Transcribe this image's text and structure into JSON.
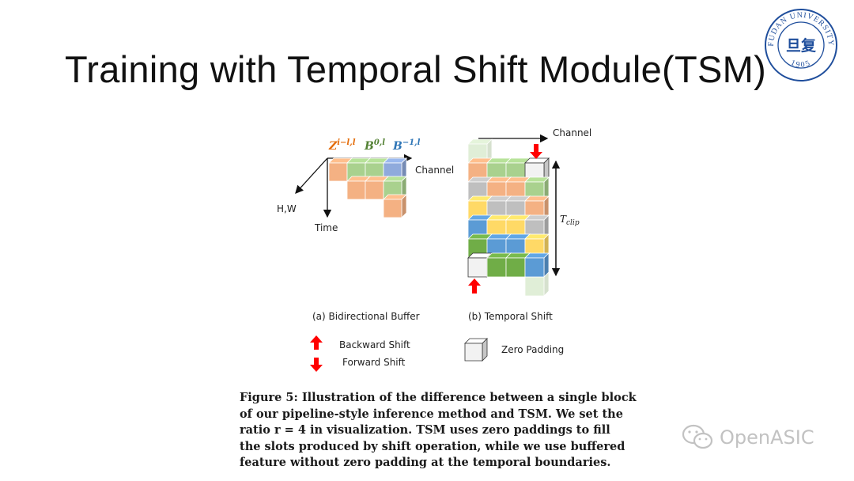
{
  "slide": {
    "title": "Training with Temporal Shift Module(TSM)"
  },
  "logo": {
    "text": "FUDAN UNIVERSITY",
    "year": "1905",
    "center_glyph": "旦复"
  },
  "figure": {
    "panel_a": {
      "label_z": "Z",
      "label_z_sup": "i−l,l",
      "label_b0": "B",
      "label_b0_sup": "0,l",
      "label_b1": "B",
      "label_b1_sup": "−1,l",
      "axis_channel": "Channel",
      "axis_hw": "H,W",
      "axis_time": "Time",
      "caption": "(a) Bidirectional Buffer"
    },
    "panel_b": {
      "axis_channel": "Channel",
      "tclip": "T",
      "tclip_sub": "clip",
      "caption": "(b) Temporal Shift"
    },
    "legend": {
      "backward": "Backward Shift",
      "forward": "Forward Shift",
      "zero": "Zero Padding"
    },
    "colors": {
      "orange": "#f4b183",
      "green": "#a9d18e",
      "blue": "#8faadc",
      "gray": "#bfbfbf",
      "yellow": "#ffd966",
      "deepblue": "#5b9bd5",
      "deepgreen": "#70ad47",
      "arrow": "#ff0000"
    }
  },
  "caption_lines": [
    "Figure 5: Illustration of the difference between a single block",
    "of our pipeline-style inference method and TSM. We set the",
    "ratio r = 4 in visualization. TSM uses zero paddings to fill",
    "the slots produced by shift operation, while we use buffered",
    "feature without zero padding at the temporal boundaries."
  ],
  "watermark": {
    "text": "OpenASIC",
    "icon": "wechat-icon"
  }
}
